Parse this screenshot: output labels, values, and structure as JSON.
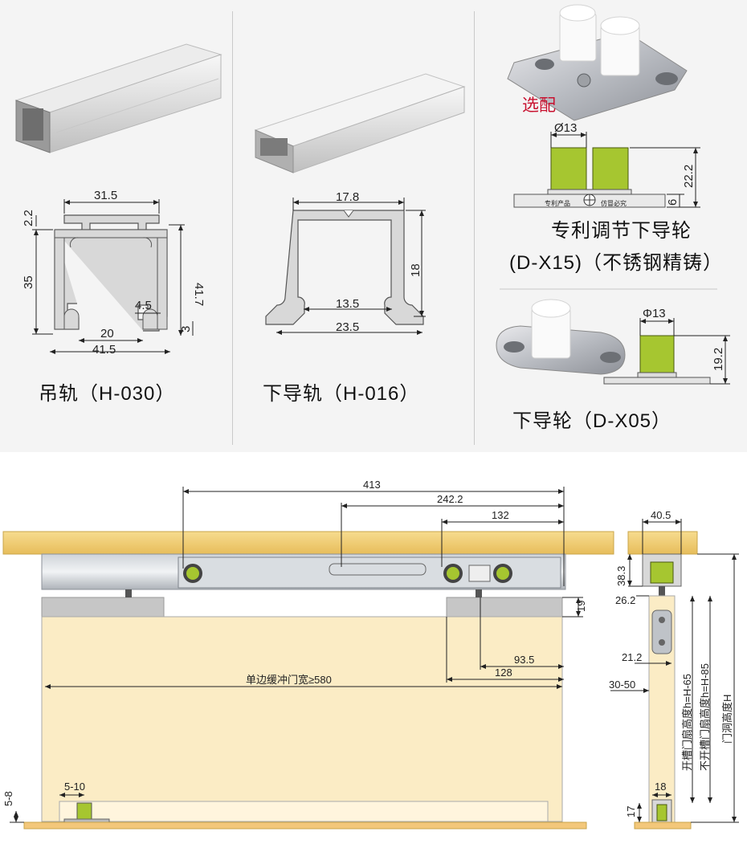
{
  "products": {
    "hanging_rail": {
      "caption": "吊轨（H-030）",
      "dims": {
        "top_width": "31.5",
        "top_thick": "2.2",
        "height_left": "35",
        "height_right": "41.7",
        "gap": "4.5",
        "inner": "20",
        "bottom": "41.5",
        "lip": "3"
      }
    },
    "lower_rail": {
      "caption": "下导轨（H-016）",
      "dims": {
        "top_width": "17.8",
        "height": "18",
        "inner": "13.5",
        "bottom": "23.5"
      }
    },
    "guide_d_x15": {
      "optional_label": "选配",
      "caption_line1": "专利调节下导轮",
      "caption_line2": "(D-X15)（不锈钢精铸）",
      "dims": {
        "diameter": "Ø13",
        "height": "22.2",
        "base": "6"
      },
      "plate_text_left": "专利产品",
      "plate_text_right": "仿冒必究"
    },
    "guide_d_x05": {
      "caption": "下导轮（D-X05）",
      "dims": {
        "diameter": "Φ13",
        "height": "19.2"
      }
    }
  },
  "assembly": {
    "dims": {
      "total": "413",
      "mid": "242.2",
      "right": "132",
      "clearance": "19",
      "d935": "93.5",
      "d128": "128",
      "door_width": "单边缓冲门宽≥580",
      "gap_bottom": "5-8",
      "offset": "5-10",
      "side_width": "40.5",
      "side_h": "38.3",
      "side_262": "26.2",
      "side_212": "21.2",
      "door_thick": "30-50",
      "rail_w": "18",
      "rail_h": "17",
      "label_slot": "开槽门扇高度h=H-65",
      "label_noslot": "不开槽门扇高度h=H-85",
      "label_opening": "门洞高度H"
    }
  }
}
